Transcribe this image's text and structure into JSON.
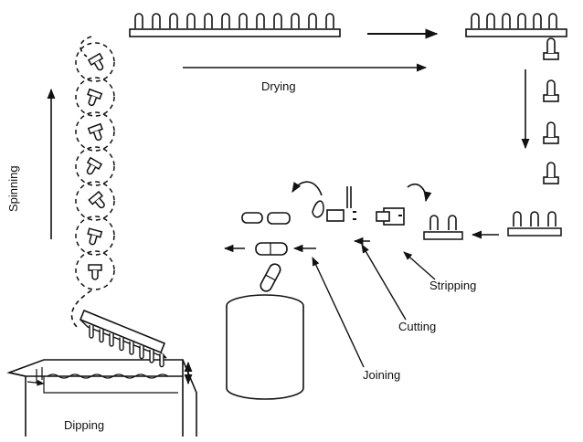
{
  "diagram": {
    "labels": {
      "drying": "Drying",
      "spinning": "Spinning",
      "stripping": "Stripping",
      "cutting": "Cutting",
      "joining": "Joining",
      "dipping": "Dipping"
    },
    "ink_color": "#111111",
    "background": "#ffffff"
  }
}
